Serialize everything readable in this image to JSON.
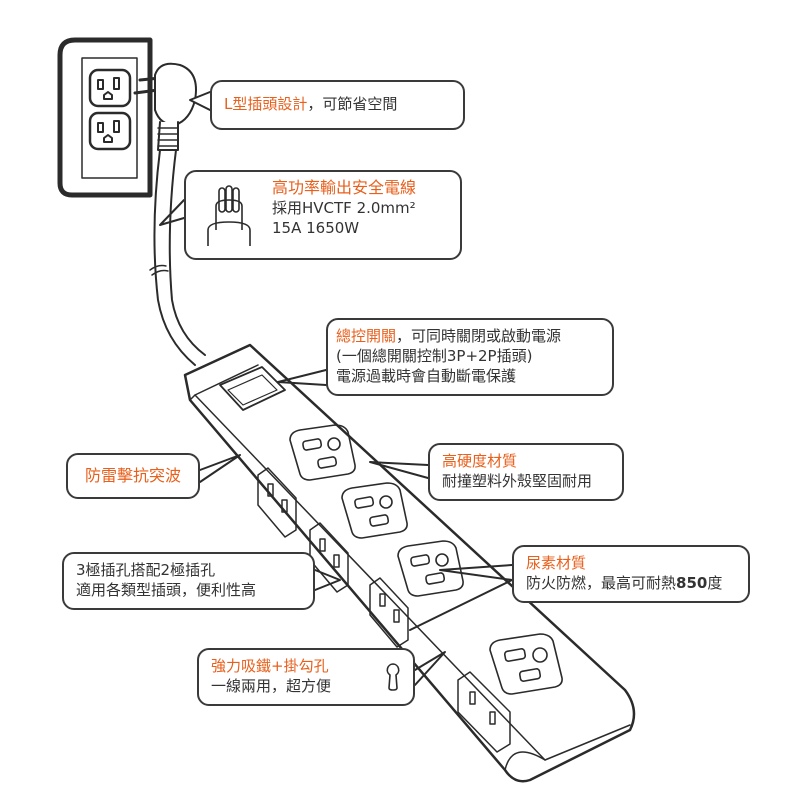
{
  "colors": {
    "accent": "#e8601c",
    "text": "#333333",
    "outline": "#3a3a3a"
  },
  "callouts": {
    "plug": {
      "highlight": "L型插頭設計",
      "rest": "，可節省空間"
    },
    "cable": {
      "title": "高功率輸出安全電線",
      "line1": "採用HVCTF 2.0mm²",
      "line2": "15A 1650W",
      "icon": "cable-cross-section-icon"
    },
    "switch": {
      "highlight": "總控開關",
      "rest": "，可同時關閉或啟動電源",
      "line2": "(一個總開關控制3P+2P插頭)",
      "line3": "電源過載時會自動斷電保護"
    },
    "surge": {
      "title": "防雷擊抗突波"
    },
    "hardness": {
      "title": "高硬度材質",
      "line1": "耐撞塑料外殼堅固耐用"
    },
    "outlets": {
      "line1": "3極插孔搭配2極插孔",
      "line2": "適用各類型插頭，便利性高"
    },
    "urea": {
      "title": "尿素材質",
      "line1_prefix": "防火防燃，最高可耐熱",
      "line1_num": "850",
      "line1_suffix": "度"
    },
    "magnet": {
      "title": "強力吸鐵+掛勾孔",
      "line1": "一線兩用，超方便",
      "icon": "keyhole-icon"
    }
  }
}
